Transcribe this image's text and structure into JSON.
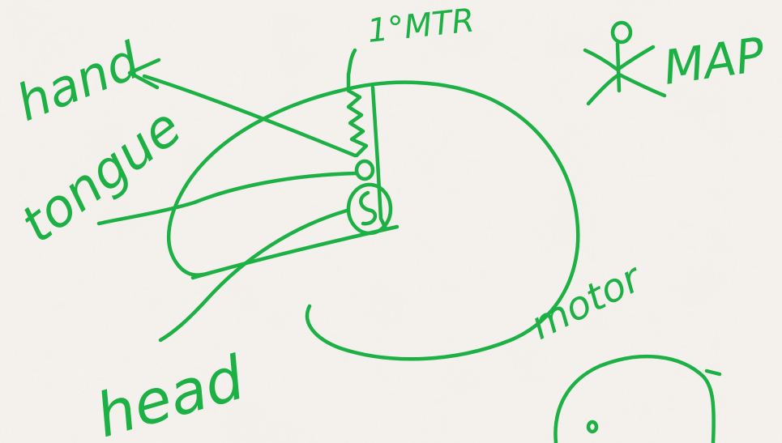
{
  "colors": {
    "ink": "#1db044",
    "paper": "#f3f0ec"
  },
  "labels": {
    "primary_motor": "1°MTR",
    "map": "MAP",
    "hand": "hand",
    "tongue": "tongue",
    "head": "head",
    "motor": "motor"
  },
  "icons": {
    "figure": "stick-figure-icon"
  }
}
